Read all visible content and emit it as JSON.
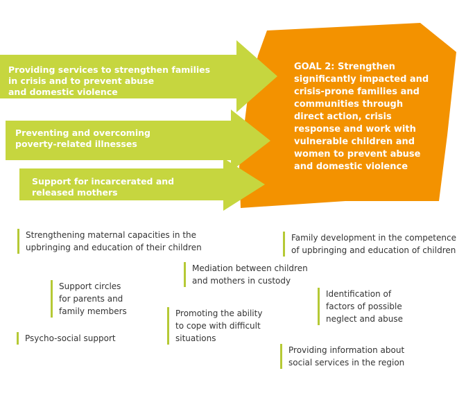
{
  "colors": {
    "arrow": "#c6d63f",
    "goal": "#f39200",
    "accent_bar": "#b5c935",
    "text": "#333333"
  },
  "arrows": [
    "Providing services to strengthen families\nin crisis and to prevent abuse\nand domestic violence",
    "Preventing and overcoming\npoverty-related illnesses",
    "Support for incarcerated and\nreleased mothers"
  ],
  "goal": "GOAL 2: Strengthen significantly impacted and crisis-prone families and communities through direct action, crisis response and work with vulnerable children and women to prevent abuse and domestic violence",
  "items": [
    "Strengthening maternal capacities in the\nupbringing and education of their children",
    "Family development in the competence\nof upbringing and education of children",
    "Mediation between children\nand mothers in custody",
    "Support circles\nfor parents and\nfamily members",
    "Identification of\nfactors of possible\nneglect and abuse",
    "Promoting the ability\nto cope with difficult\nsituations",
    "Psycho-social support",
    "Providing information about\nsocial services in the region"
  ]
}
